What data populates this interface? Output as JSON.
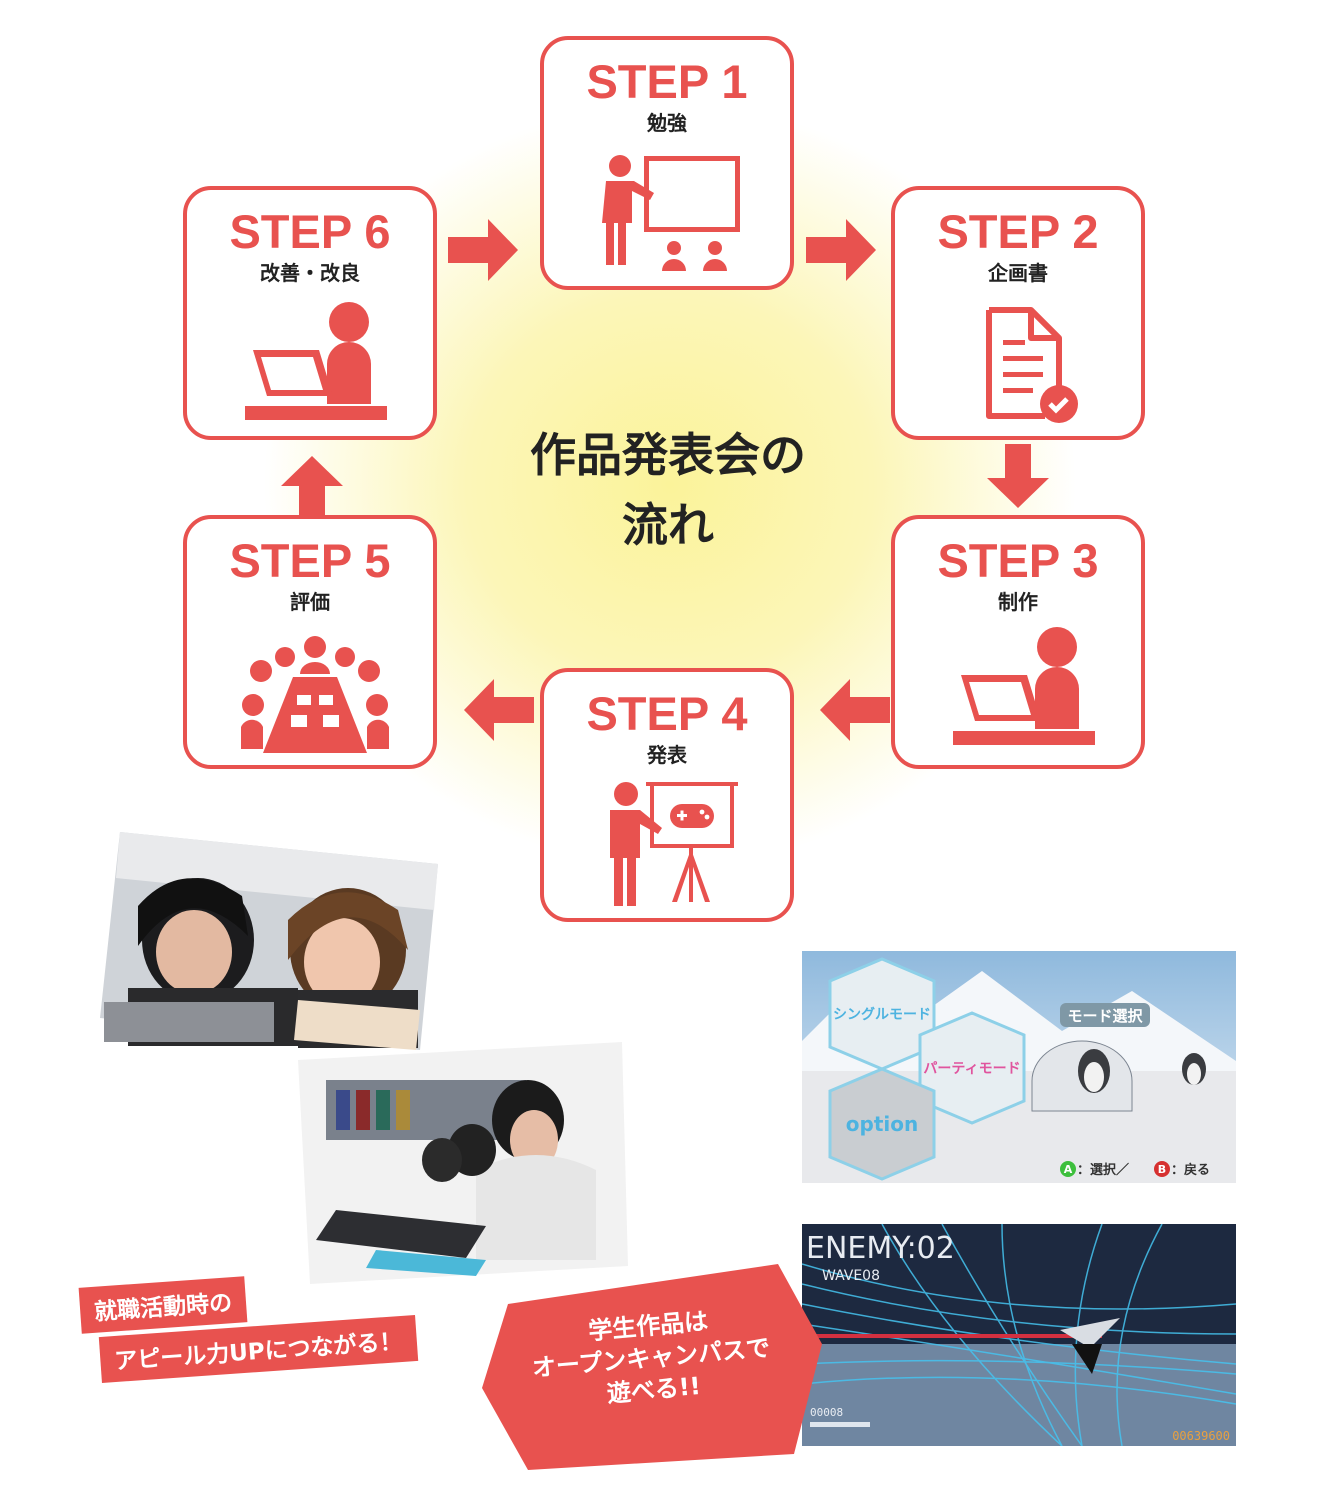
{
  "title": {
    "line1": "作品発表会の",
    "line2": "流れ"
  },
  "steps": [
    {
      "label": "STEP 1",
      "sub": "勉強",
      "icon": "teacher-whiteboard-icon"
    },
    {
      "label": "STEP 2",
      "sub": "企画書",
      "icon": "document-check-icon"
    },
    {
      "label": "STEP 3",
      "sub": "制作",
      "icon": "person-laptop-icon"
    },
    {
      "label": "STEP 4",
      "sub": "発表",
      "icon": "presenter-gamepad-icon"
    },
    {
      "label": "STEP 5",
      "sub": "評価",
      "icon": "meeting-table-icon"
    },
    {
      "label": "STEP 6",
      "sub": "改善・改良",
      "icon": "person-laptop-icon"
    }
  ],
  "tags": {
    "appeal_line1": "就職活動時の",
    "appeal_line2": "アピール力UPにつながる！",
    "works_line1": "学生作品は",
    "works_line2": "オープンキャンパスで",
    "works_line3": "遊べる!!"
  },
  "game1": {
    "mode_select": "モード選択",
    "single_mode": "シングルモード",
    "party_mode": "パーティモード",
    "option": "option",
    "hint_a": "A",
    "hint_select": "：選択／",
    "hint_b": "B",
    "hint_back": "：戻る"
  },
  "game2": {
    "enemy": "ENEMY:02",
    "wave": "WAVE08",
    "score": "00639600",
    "counter": "00008"
  },
  "colors": {
    "accent": "#e8524f",
    "glow": "#fbf39a"
  }
}
